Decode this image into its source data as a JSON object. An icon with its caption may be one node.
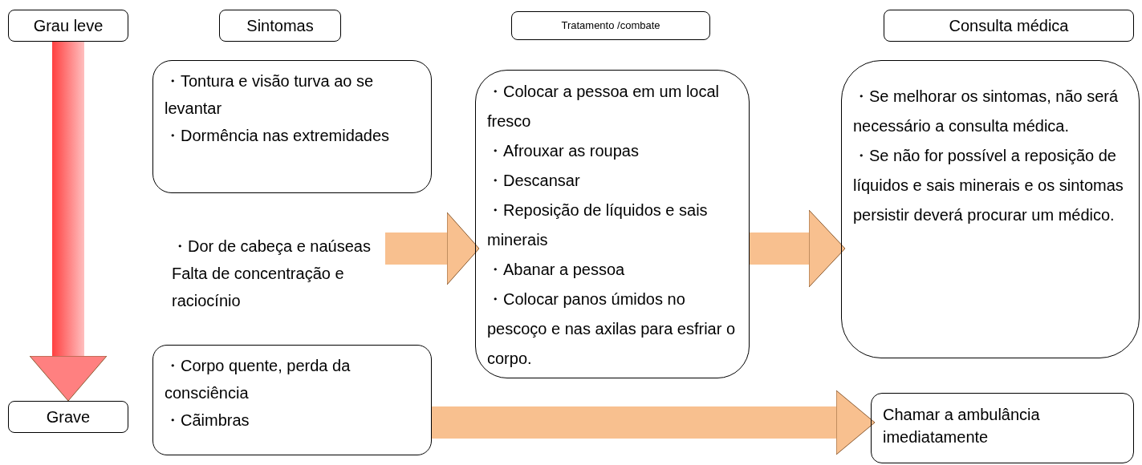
{
  "diagram": {
    "nodes": [
      {
        "text": [
          "Grau leve"
        ]
      },
      {
        "text": [
          "Sintomas"
        ]
      },
      {
        "text": [
          "Tratamento /combate"
        ]
      },
      {
        "text": [
          "Consulta médica"
        ]
      },
      {
        "text": [
          "・Tontura e visão turva ao se levantar",
          "・Dormência nas extremidades"
        ]
      },
      {
        "text": [
          "・Dor de cabeça e naúseas",
          "Falta de concentração e raciocínio"
        ]
      },
      {
        "text": [
          "・Colocar a pessoa em um local fresco",
          "・Afrouxar as roupas",
          "・Descansar",
          "・Reposição de líquidos e sais minerais",
          "・Abanar a pessoa",
          "・Colocar panos úmidos no pescoço e nas axilas para esfriar o corpo."
        ]
      },
      {
        "text": [
          "・Se melhorar os sintomas, não será necessário a consulta médica.",
          "・Se não for possível a reposição de líquidos e sais minerais e os sintomas persistir deverá procurar um médico."
        ]
      },
      {
        "text": [
          "Grave"
        ]
      },
      {
        "text": [
          "・Corpo quente, perda da consciência",
          "・Cãimbras"
        ]
      },
      {
        "text": [
          "Chamar a ambulância imediatamente"
        ]
      }
    ],
    "edges": [
      {
        "from": 0,
        "to": 8,
        "arrow": "to",
        "color": "#ff0000"
      },
      {
        "from": 5,
        "to": 6,
        "arrow": "to"
      },
      {
        "from": 6,
        "to": 7,
        "arrow": "to"
      },
      {
        "from": 9,
        "to": 10,
        "arrow": "to"
      }
    ]
  }
}
